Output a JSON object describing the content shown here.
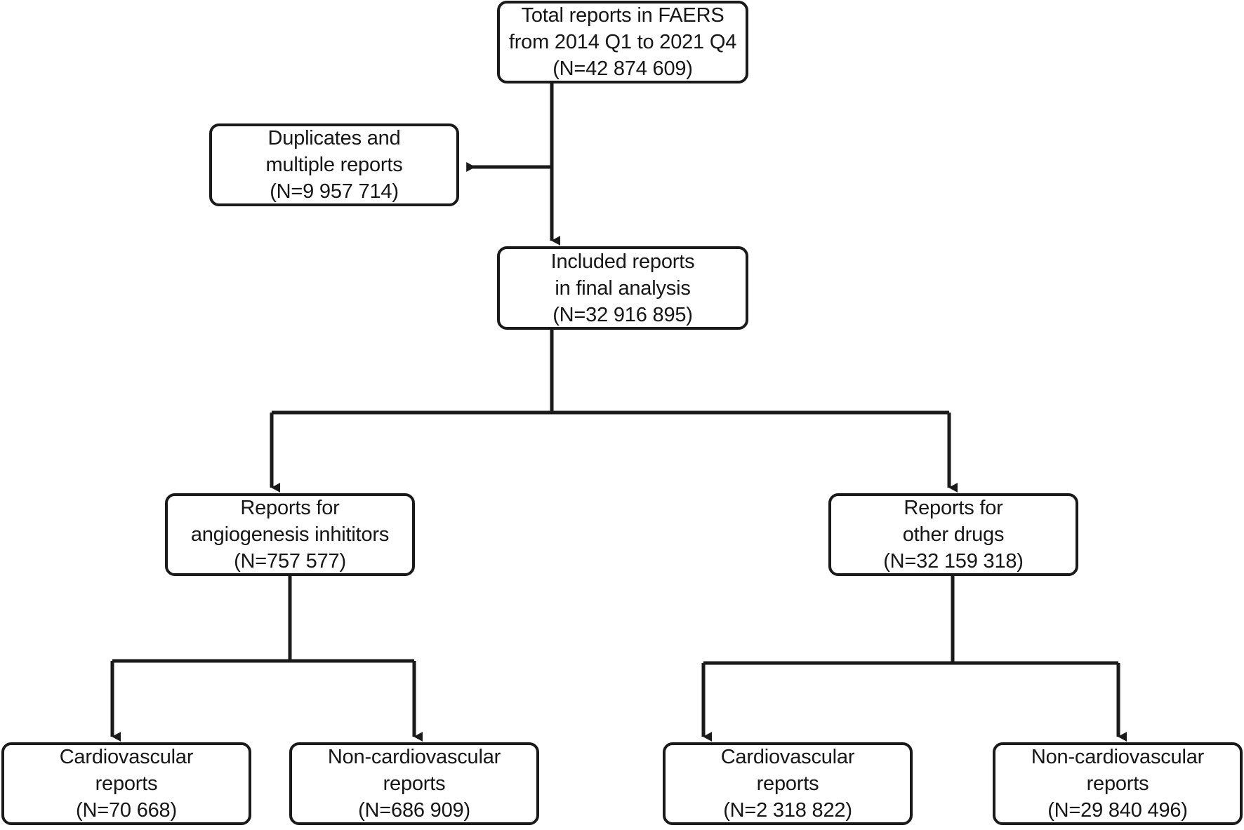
{
  "diagram": {
    "type": "flowchart",
    "title": "FAERS report selection flow diagram",
    "background_color": "#ffffff",
    "stroke_color": "#1a1a1a",
    "text_color": "#161616"
  },
  "nodes": {
    "total_reports": {
      "line1": "Total reports in FAERS",
      "line2": "from 2014 Q1 to 2021 Q4",
      "line3": "(N=42 874 609)",
      "count": 42874609
    },
    "duplicates": {
      "line1": "Duplicates and",
      "line2": "multiple reports",
      "line3": "(N=9 957 714)",
      "count": 9957714
    },
    "included": {
      "line1": "Included reports",
      "line2": "in final analysis",
      "line3": "(N=32 916 895)",
      "count": 32916895
    },
    "angiogenesis": {
      "line1": "Reports for",
      "line2": "angiogenesis inhititors",
      "line3": "(N=757 577)",
      "count": 757577
    },
    "other_drugs": {
      "line1": "Reports for",
      "line2": "other drugs",
      "line3": "(N=32 159 318)",
      "count": 32159318
    },
    "ai_cardiovascular": {
      "line1": "Cardiovascular",
      "line2": "reports",
      "line3": "(N=70 668)",
      "count": 70668
    },
    "ai_non_cardiovascular": {
      "line1": "Non-cardiovascular",
      "line2": "reports",
      "line3": "(N=686 909)",
      "count": 686909
    },
    "other_cardiovascular": {
      "line1": "Cardiovascular",
      "line2": "reports",
      "line3": "(N=2 318 822)",
      "count": 2318822
    },
    "other_non_cardiovascular": {
      "line1": "Non-cardiovascular",
      "line2": "reports",
      "line3": "(N=29 840 496)",
      "count": 29840496
    }
  }
}
